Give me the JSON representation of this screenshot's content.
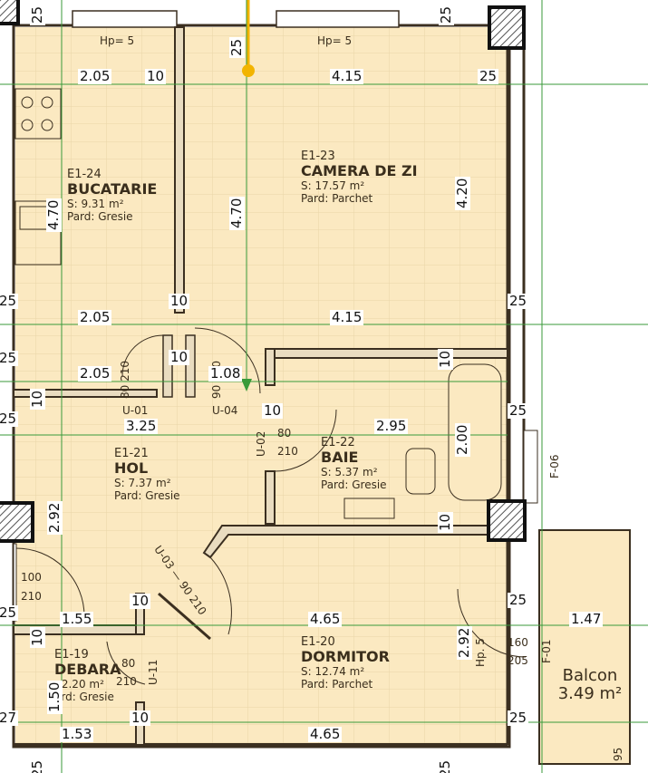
{
  "rooms": [
    {
      "code": "E1-24",
      "name": "BUCATARIE",
      "area": "S: 9.31 m²",
      "floor": "Pard: Gresie"
    },
    {
      "code": "E1-23",
      "name": "CAMERA DE ZI",
      "area": "S: 17.57 m²",
      "floor": "Pard: Parchet"
    },
    {
      "code": "E1-21",
      "name": "HOL",
      "area": "S: 7.37 m²",
      "floor": "Pard: Gresie"
    },
    {
      "code": "E1-22",
      "name": "BAIE",
      "area": "S: 5.37 m²",
      "floor": "Pard: Gresie"
    },
    {
      "code": "E1-19",
      "name": "DEBARA",
      "area": ": 2.20 m²",
      "floor": "ard: Gresie"
    },
    {
      "code": "E1-20",
      "name": "DORMITOR",
      "area": "S: 12.74 m²",
      "floor": "Pard: Parchet"
    }
  ],
  "balcony": {
    "name": "Balcon",
    "area": "3.49 m²"
  },
  "window_heights": {
    "kitchen": "Hp= 5",
    "living": "Hp= 5",
    "bedroom": "Hp. 5"
  },
  "doors": [
    {
      "id": "U-01",
      "w": "80",
      "h": "210"
    },
    {
      "id": "U-04",
      "w": "90",
      "h": "210"
    },
    {
      "id": "U-02",
      "w": "80",
      "h": "210"
    },
    {
      "id": "U-03",
      "w": "90",
      "h": "210"
    },
    {
      "id": "U-11",
      "w": "80",
      "h": "210"
    },
    {
      "id": "front",
      "w": "100",
      "h": "210"
    },
    {
      "id": "F-01",
      "w": "160",
      "h": "205"
    }
  ],
  "windows": {
    "f06": "F-06",
    "f01": "F-01"
  },
  "dims": {
    "k_w_top": "2.05",
    "wall_top": "10",
    "lz_w_top": "4.15",
    "r_top": "25",
    "k_h": "4.70",
    "lz_h": "4.70",
    "lz_h2": "4.20",
    "top_25": "25",
    "corner_25": "25",
    "tr_25": "25",
    "left_25a": "25",
    "left_25b": "25",
    "left_25c": "25",
    "left_25d": "25",
    "left_27": "27",
    "wall_10a": "10",
    "k_w_bot": "2.05",
    "lz_w_bot": "4.15",
    "r_25b": "25",
    "wall_10b": "10",
    "h_w": "2.05",
    "d_108": "1.08",
    "bath_10": "10",
    "k_10": "10",
    "h_325": "3.25",
    "b_10": "10",
    "baie_w": "2.95",
    "baie_h": "2.00",
    "r_25c": "25",
    "hol_h": "2.92",
    "b10_bot": "10",
    "deb_10top": "10",
    "w155": "1.55",
    "deb_10l": "10",
    "dorm_w": "4.65",
    "dorm_h": "2.92",
    "bal_25": "25",
    "bal_w": "1.47",
    "deb_h": "1.50",
    "deb_10bot": "10",
    "deb_w": "1.53",
    "dorm_w2": "4.65",
    "bal_25b": "25",
    "bot_25l": "25",
    "bot_25r": "25",
    "bal_95": "95"
  },
  "colors": {
    "floor": "#fbe9c1",
    "wall": "#3b2f20",
    "guide": "#3a9a3a",
    "accent": "#f2b400"
  }
}
